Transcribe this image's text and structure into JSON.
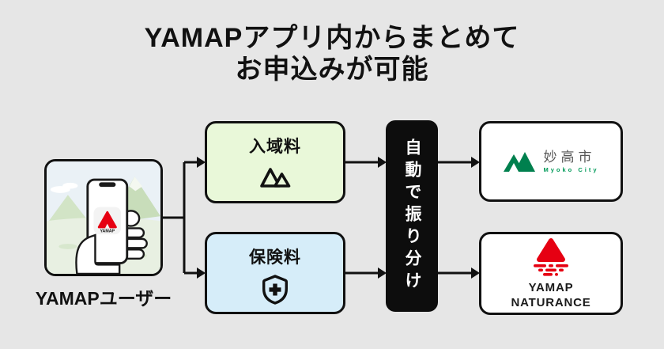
{
  "title": {
    "line1": "YAMAPアプリ内からまとめて",
    "line2": "お申込みが可能"
  },
  "user": {
    "caption": "YAMAPユーザー",
    "phone_app_label": "YAMAP"
  },
  "fees": [
    {
      "label": "入域料",
      "icon": "mountains-icon"
    },
    {
      "label": "保険料",
      "icon": "shield-plus-icon"
    }
  ],
  "router": {
    "label": "自動で振り分け"
  },
  "destinations": [
    {
      "name": "妙高市",
      "subname": "Myoko City",
      "icon": "myoko-city-logo"
    },
    {
      "name_line1": "YAMAP",
      "name_line2": "NATURANCE",
      "icon": "yamap-naturance-logo"
    }
  ],
  "colors": {
    "background": "#e6e6e6",
    "entry_fee_bg": "#e9f8d9",
    "insurance_fee_bg": "#d6edf9",
    "router_bg": "#0d0d0d",
    "line": "#111111",
    "yamap_red": "#e60012",
    "myoko_green": "#00804e"
  }
}
